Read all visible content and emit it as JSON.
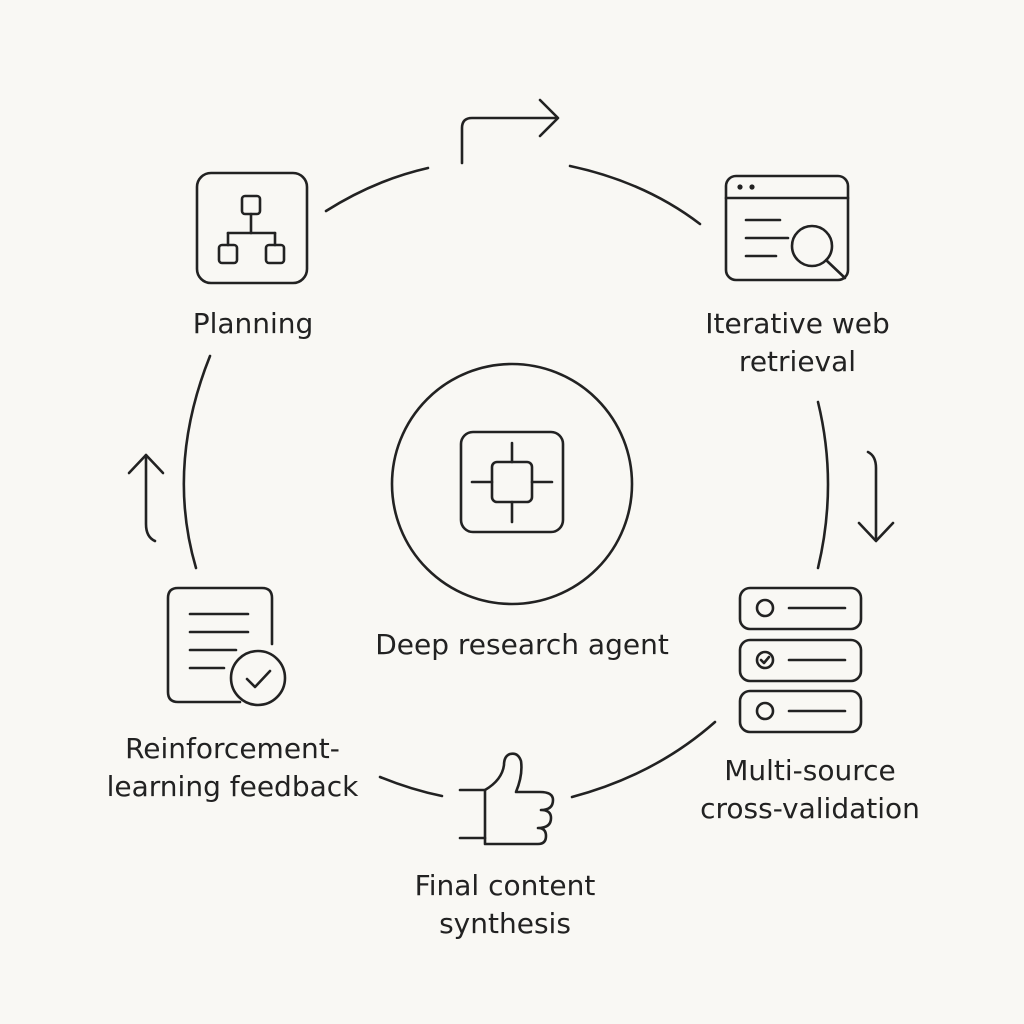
{
  "diagram": {
    "center": {
      "label": "Deep research agent",
      "icon": "chip-icon"
    },
    "stages": [
      {
        "label_lines": [
          "Planning"
        ],
        "icon": "hierarchy-icon"
      },
      {
        "label_lines": [
          "Iterative web",
          "retrieval"
        ],
        "icon": "browser-search-icon"
      },
      {
        "label_lines": [
          "Multi-source",
          "cross-validation"
        ],
        "icon": "server-stack-icon"
      },
      {
        "label_lines": [
          "Final content",
          "synthesis"
        ],
        "icon": "thumbs-up-icon"
      },
      {
        "label_lines": [
          "Reinforcement-",
          "learning feedback"
        ],
        "icon": "document-check-icon"
      }
    ],
    "colors": {
      "background": "#f9f8f4",
      "stroke": "#222222"
    }
  }
}
